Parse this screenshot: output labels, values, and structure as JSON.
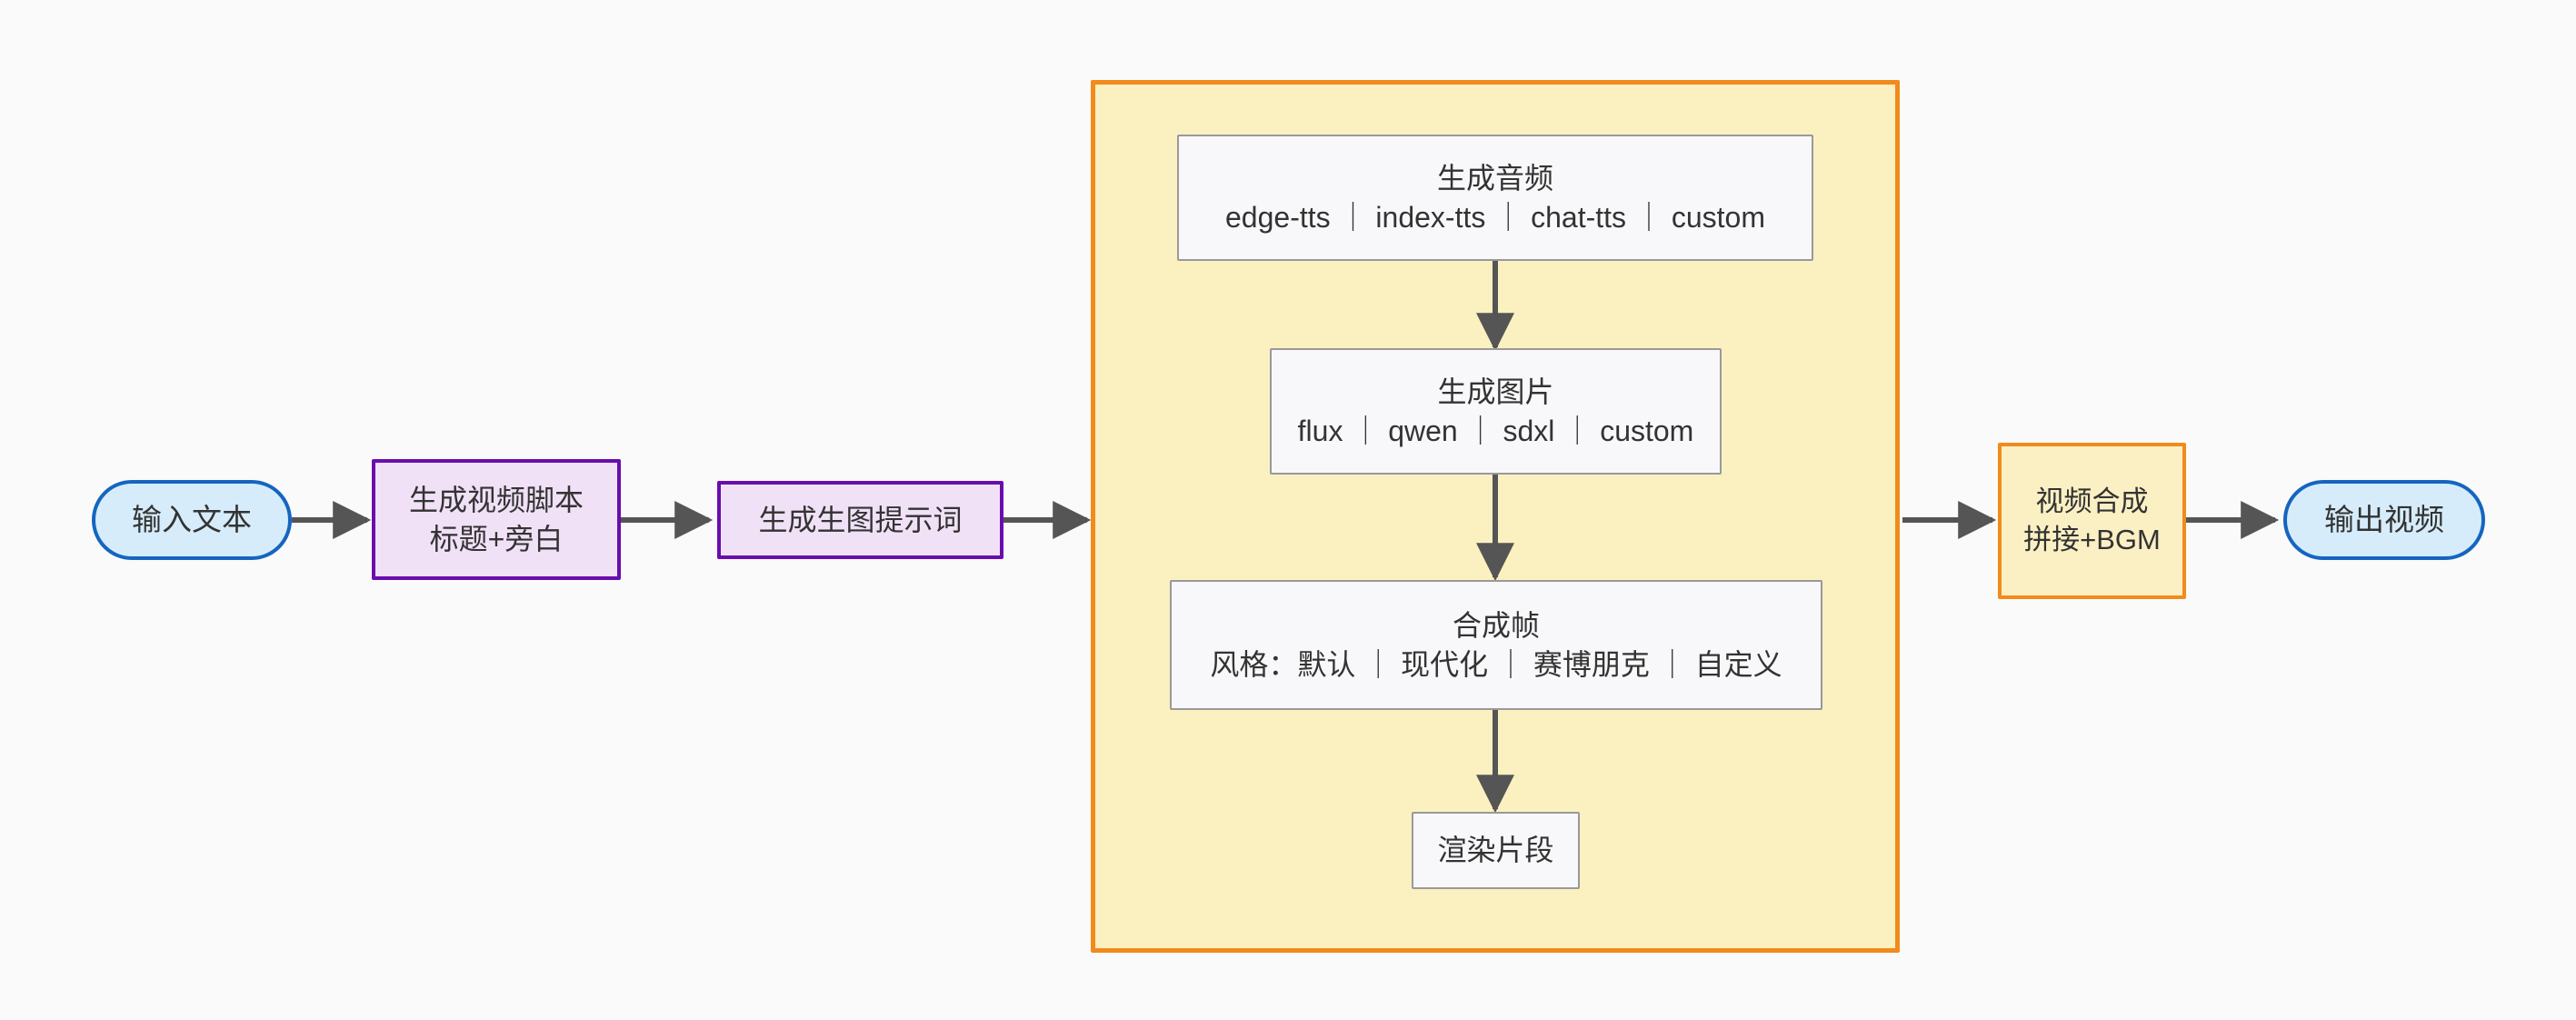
{
  "diagram": {
    "type": "flowchart",
    "direction": "left-to-right",
    "background_color": "#fafafa",
    "title": ""
  },
  "palette": {
    "terminal_fill": "#d6ecfa",
    "terminal_stroke": "#1565c0",
    "process_purple_fill": "#f1e1f7",
    "process_purple_stroke": "#6a0dad",
    "process_orange_fill": "#fbf0c4",
    "process_orange_stroke": "#f28a1c",
    "plain_fill": "#f8f8fa",
    "plain_stroke": "#999999",
    "subgraph_fill": "#fbf0c0",
    "subgraph_stroke": "#f28a1c",
    "edge_stroke": "#555555",
    "text_color": "#333333"
  },
  "nodes": {
    "input_text": {
      "shape": "stadium",
      "line1": "输入文本"
    },
    "generate_script": {
      "shape": "rect",
      "line1": "生成视频脚本",
      "line2": "标题+旁白"
    },
    "generate_prompt": {
      "shape": "rect",
      "line1": "生成生图提示词"
    },
    "generate_audio": {
      "shape": "rect",
      "line1": "生成音频",
      "line2": "edge-tts ｜ index-tts ｜ chat-tts ｜ custom"
    },
    "generate_image": {
      "shape": "rect",
      "line1": "生成图片",
      "line2": "flux ｜ qwen ｜ sdxl ｜ custom"
    },
    "compose_frame": {
      "shape": "rect",
      "line1": "合成帧",
      "line2": "风格：默认 ｜ 现代化 ｜ 赛博朋克 ｜ 自定义"
    },
    "render_clip": {
      "shape": "rect",
      "line1": "渲染片段"
    },
    "video_compose": {
      "shape": "rect",
      "line1": "视频合成",
      "line2": "拼接+BGM"
    },
    "output_video": {
      "shape": "stadium",
      "line1": "输出视频"
    }
  },
  "subgraph": {
    "label": "",
    "member_nodes": [
      "generate_audio",
      "generate_image",
      "compose_frame",
      "render_clip"
    ]
  },
  "edges": [
    {
      "from": "input_text",
      "to": "generate_script",
      "label": ""
    },
    {
      "from": "generate_script",
      "to": "generate_prompt",
      "label": ""
    },
    {
      "from": "generate_prompt",
      "to": "subgraph",
      "label": ""
    },
    {
      "from": "generate_audio",
      "to": "generate_image",
      "label": ""
    },
    {
      "from": "generate_image",
      "to": "compose_frame",
      "label": ""
    },
    {
      "from": "compose_frame",
      "to": "render_clip",
      "label": ""
    },
    {
      "from": "subgraph",
      "to": "video_compose",
      "label": ""
    },
    {
      "from": "video_compose",
      "to": "output_video",
      "label": ""
    }
  ]
}
